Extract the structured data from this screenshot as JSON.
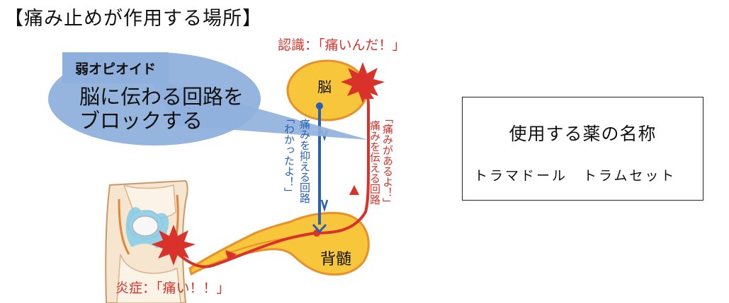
{
  "title": "【痛み止めが作用する場所】",
  "callout": {
    "drug_label": "弱オピオイド",
    "lines": [
      "脳に伝わる回路を",
      "ブロックする"
    ]
  },
  "diagram": {
    "brain_label": "脳",
    "spinal_label": "背髄",
    "recognition_text": "認識：「痛いんだ！」",
    "inflammation_text": "炎症：「痛い！！」",
    "suppress_pathway": [
      "痛みを抑える回路",
      "「わかったよ！」"
    ],
    "transmit_pathway": [
      "「痛みがあるよ！」",
      "痛みを伝える回路"
    ]
  },
  "side_box": {
    "heading": "使用する薬の名称",
    "drugs": "トラマドール　トラムセット"
  },
  "colors": {
    "nerve_yellow": "#f7c63a",
    "outline_orange": "#e8912a",
    "pain_red": "#d8322a",
    "suppress_blue": "#2860b8",
    "bubble_blue": "#8fb0dc"
  }
}
